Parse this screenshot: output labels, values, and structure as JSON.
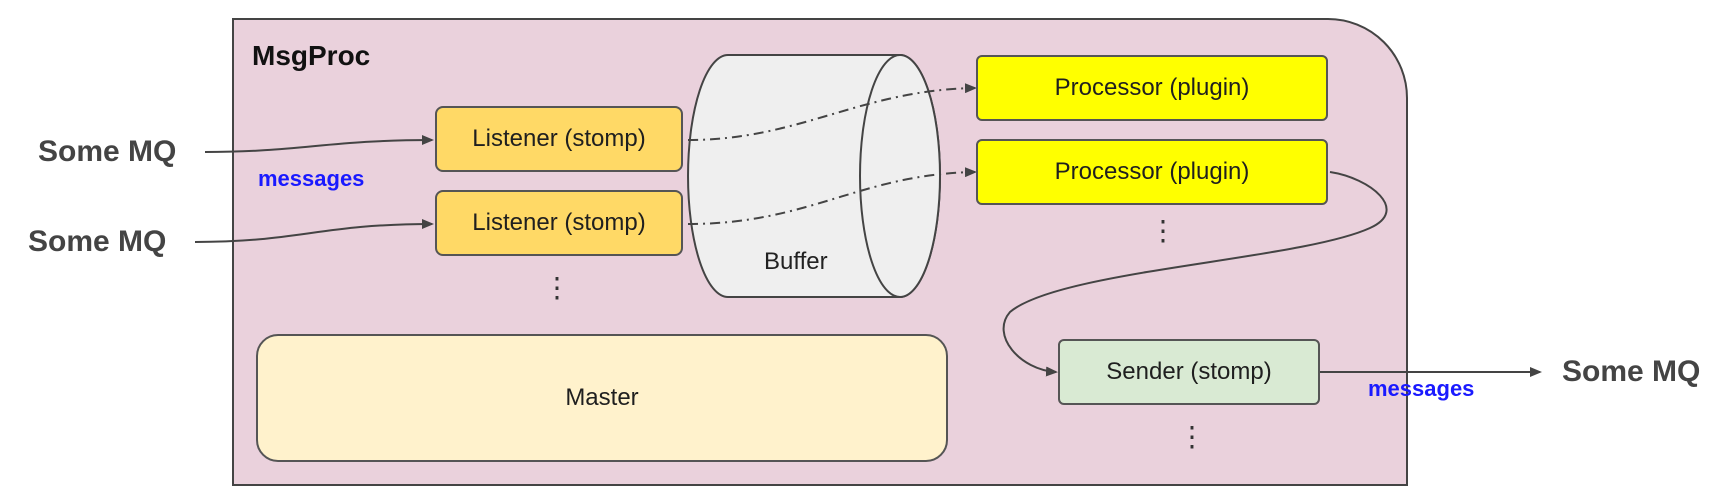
{
  "diagram": {
    "container_title": "MsgProc",
    "inputs": [
      "Some MQ",
      "Some MQ"
    ],
    "output": "Some MQ",
    "messages_labels": [
      "messages",
      "messages"
    ],
    "listeners": [
      "Listener (stomp)",
      "Listener (stomp)"
    ],
    "buffer": "Buffer",
    "processors": [
      "Processor (plugin)",
      "Processor (plugin)"
    ],
    "sender": "Sender (stomp)",
    "master": "Master",
    "ellipsis": "⋮"
  },
  "colors": {
    "container_fill": "#ead1dc",
    "listener_fill": "#ffd966",
    "processor_fill": "#ffff00",
    "sender_fill": "#d9ead3",
    "master_fill": "#fff2cc",
    "buffer_fill": "#efefef",
    "messages_text": "#1a1aff"
  }
}
